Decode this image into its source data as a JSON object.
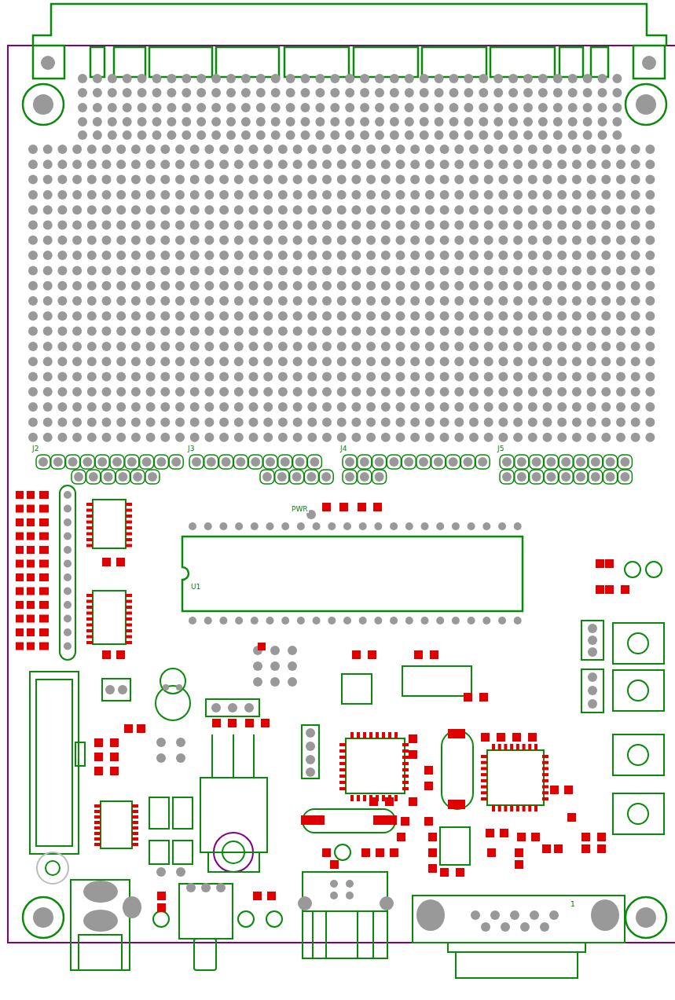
{
  "diagram": {
    "labels": [
      "J2",
      "J3",
      "J4",
      "J5",
      "U1",
      "PWR",
      "1"
    ]
  }
}
